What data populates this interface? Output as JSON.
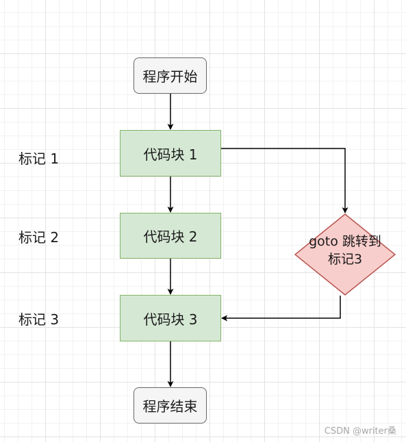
{
  "nodes": {
    "start": "程序开始",
    "block1": "代码块 1",
    "block2": "代码块 2",
    "block3": "代码块 3",
    "end": "程序结束",
    "decision_line1": "goto 跳转到",
    "decision_line2": "标记3"
  },
  "labels": {
    "mark1": "标记 1",
    "mark2": "标记 2",
    "mark3": "标记 3"
  },
  "colors": {
    "terminal_fill": "#f5f5f5",
    "terminal_stroke": "#666666",
    "block_fill": "#d5e8d4",
    "block_stroke": "#82b366",
    "decision_fill": "#f8cecc",
    "decision_stroke": "#b85450"
  },
  "watermark": "CSDN @writer桑"
}
